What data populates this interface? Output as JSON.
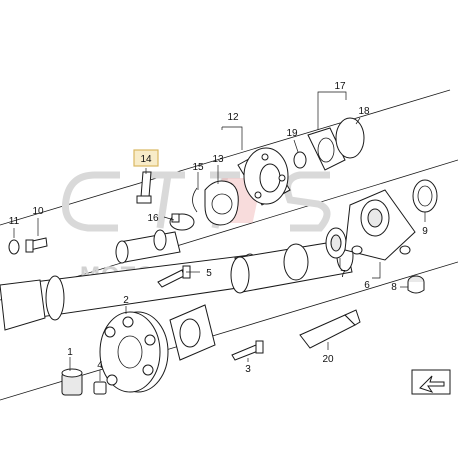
{
  "watermark": {
    "brand": "MOTORSPORT"
  },
  "highlight_color": "#f2dc9a",
  "accent_color": "#e08a8a",
  "callouts": {
    "c1": "1",
    "c2": "2",
    "c3": "3",
    "c4": "4",
    "c5": "5",
    "c6": "6",
    "c7": "7",
    "c8": "8",
    "c9": "9",
    "c10": "10",
    "c11": "11",
    "c12": "12",
    "c13": "13",
    "c14": "14",
    "c15": "15",
    "c16": "16",
    "c17": "17",
    "c18": "18",
    "c19": "19",
    "c20": "20"
  },
  "icons": {
    "orientation": "arrow-icon"
  }
}
